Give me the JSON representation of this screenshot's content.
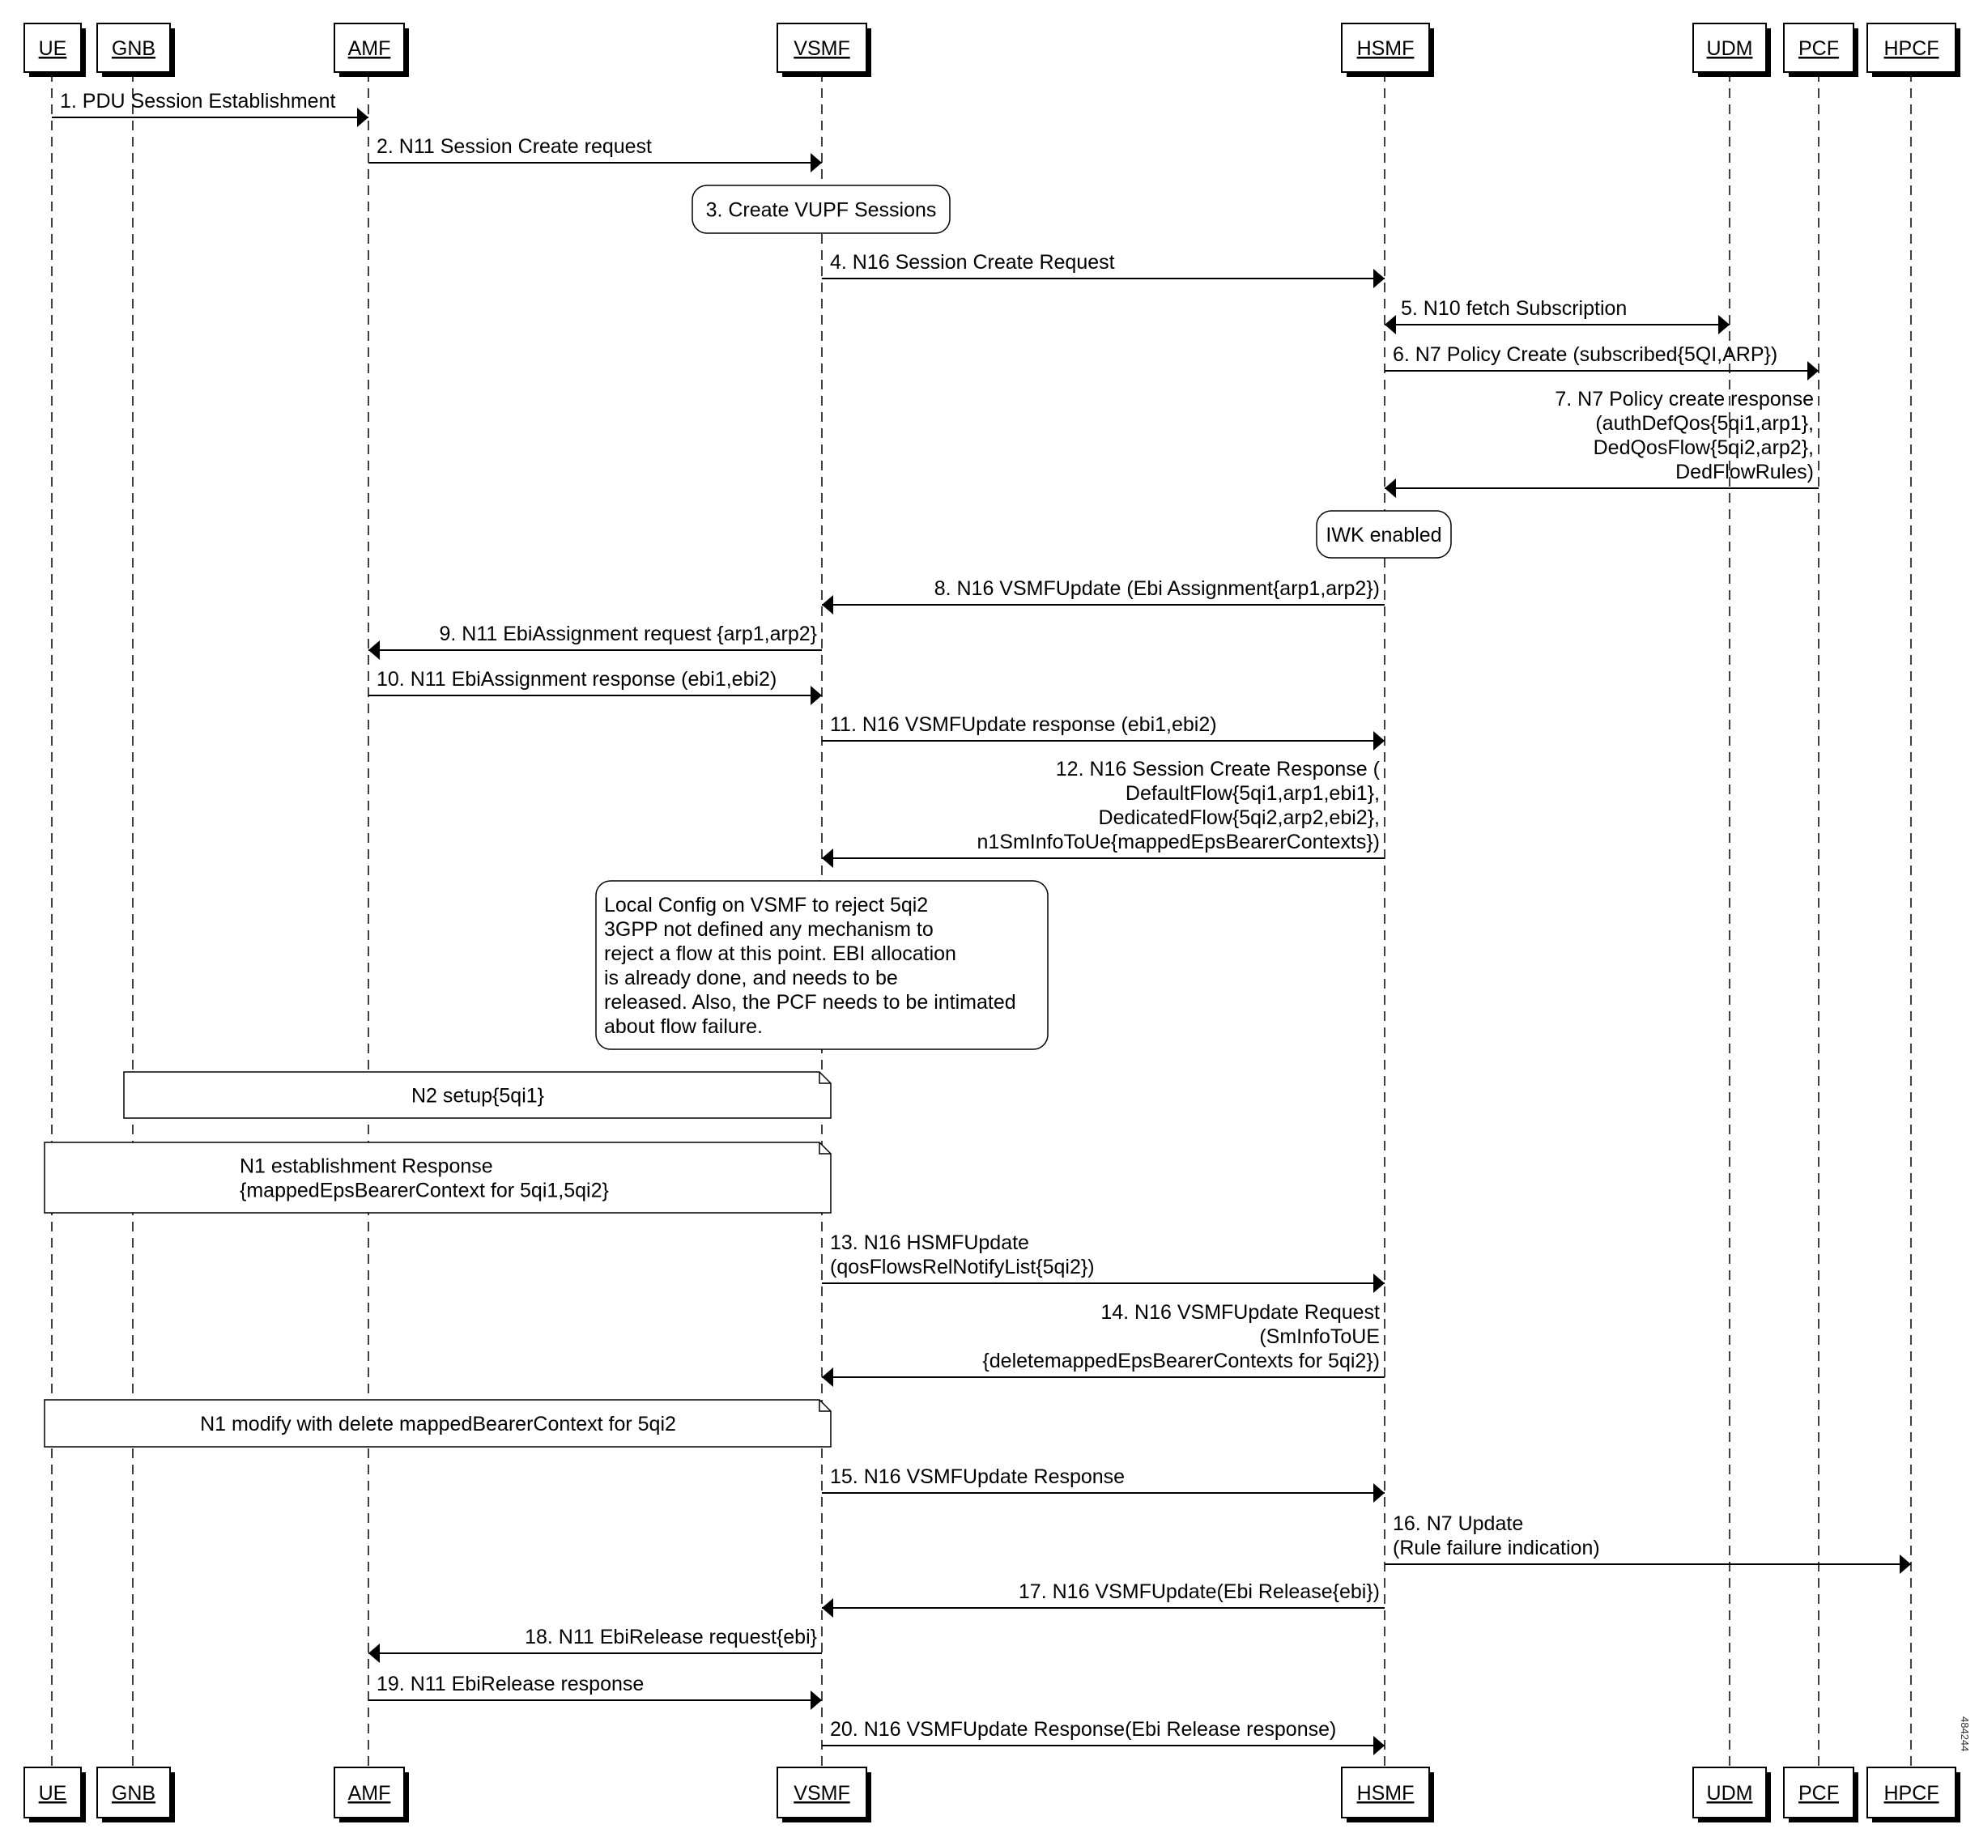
{
  "participants": [
    {
      "id": "UE",
      "label": "UE"
    },
    {
      "id": "GNB",
      "label": "GNB"
    },
    {
      "id": "AMF",
      "label": "AMF"
    },
    {
      "id": "VSMF",
      "label": "VSMF"
    },
    {
      "id": "HSMF",
      "label": "HSMF"
    },
    {
      "id": "UDM",
      "label": "UDM"
    },
    {
      "id": "PCF",
      "label": "PCF"
    },
    {
      "id": "HPCF",
      "label": "HPCF"
    }
  ],
  "messages": [
    {
      "from": "UE",
      "to": "AMF",
      "lines": [
        "1. PDU Session Establishment"
      ]
    },
    {
      "from": "AMF",
      "to": "VSMF",
      "lines": [
        "2. N11 Session Create request"
      ]
    },
    {
      "from": "VSMF",
      "to": "HSMF",
      "lines": [
        "4. N16 Session Create Request"
      ]
    },
    {
      "from": "HSMF",
      "to": "UDM",
      "lines": [
        "5. N10 fetch Subscription"
      ],
      "bidirectional": true
    },
    {
      "from": "HSMF",
      "to": "PCF",
      "lines": [
        "6. N7 Policy Create (subscribed{5QI,ARP})"
      ]
    },
    {
      "from": "PCF",
      "to": "HSMF",
      "lines": [
        "7. N7 Policy create response",
        "(authDefQos{5qi1,arp1},",
        "DedQosFlow{5qi2,arp2},",
        "DedFlowRules)"
      ]
    },
    {
      "from": "HSMF",
      "to": "VSMF",
      "lines": [
        "8. N16 VSMFUpdate (Ebi Assignment{arp1,arp2})"
      ]
    },
    {
      "from": "VSMF",
      "to": "AMF",
      "lines": [
        "9. N11 EbiAssignment request {arp1,arp2}"
      ]
    },
    {
      "from": "AMF",
      "to": "VSMF",
      "lines": [
        "10. N11 EbiAssignment response (ebi1,ebi2)"
      ]
    },
    {
      "from": "VSMF",
      "to": "HSMF",
      "lines": [
        "11. N16 VSMFUpdate response (ebi1,ebi2)"
      ]
    },
    {
      "from": "HSMF",
      "to": "VSMF",
      "lines": [
        "12. N16 Session Create Response (",
        "DefaultFlow{5qi1,arp1,ebi1},",
        "DedicatedFlow{5qi2,arp2,ebi2},",
        "n1SmInfoToUe{mappedEpsBearerContexts})"
      ]
    },
    {
      "from": "VSMF",
      "to": "HSMF",
      "lines": [
        "13. N16 HSMFUpdate",
        "(qosFlowsRelNotifyList{5qi2})"
      ]
    },
    {
      "from": "HSMF",
      "to": "VSMF",
      "lines": [
        "14. N16 VSMFUpdate Request",
        "(SmInfoToUE",
        "{deletemappedEpsBearerContexts for 5qi2})"
      ]
    },
    {
      "from": "VSMF",
      "to": "HSMF",
      "lines": [
        "15. N16 VSMFUpdate Response"
      ]
    },
    {
      "from": "HSMF",
      "to": "HPCF",
      "lines": [
        "16. N7 Update",
        "(Rule failure indication)"
      ]
    },
    {
      "from": "HSMF",
      "to": "VSMF",
      "lines": [
        "17. N16 VSMFUpdate(Ebi Release{ebi})"
      ]
    },
    {
      "from": "VSMF",
      "to": "AMF",
      "lines": [
        "18. N11 EbiRelease request{ebi}"
      ]
    },
    {
      "from": "AMF",
      "to": "VSMF",
      "lines": [
        "19. N11 EbiRelease response"
      ]
    },
    {
      "from": "VSMF",
      "to": "HSMF",
      "lines": [
        "20. N16 VSMFUpdate Response(Ebi Release response)"
      ]
    }
  ],
  "states": [
    {
      "lines": [
        "3. Create VUPF Sessions"
      ]
    },
    {
      "lines": [
        "IWK enabled"
      ]
    },
    {
      "lines": [
        "Local Config on VSMF to reject 5qi2",
        "3GPP not defined any mechanism to",
        "reject a flow at this point. EBI allocation",
        "is already done, and needs to be",
        "released. Also, the PCF needs to be intimated",
        "about flow failure."
      ]
    }
  ],
  "notes": [
    {
      "lines": [
        "N2 setup{5qi1}"
      ]
    },
    {
      "lines": [
        "N1 establishment Response",
        "{mappedEpsBearerContext for 5qi1,5qi2}"
      ]
    },
    {
      "lines": [
        "N1 modify with delete mappedBearerContext for 5qi2"
      ]
    }
  ],
  "figure_id": "484244"
}
